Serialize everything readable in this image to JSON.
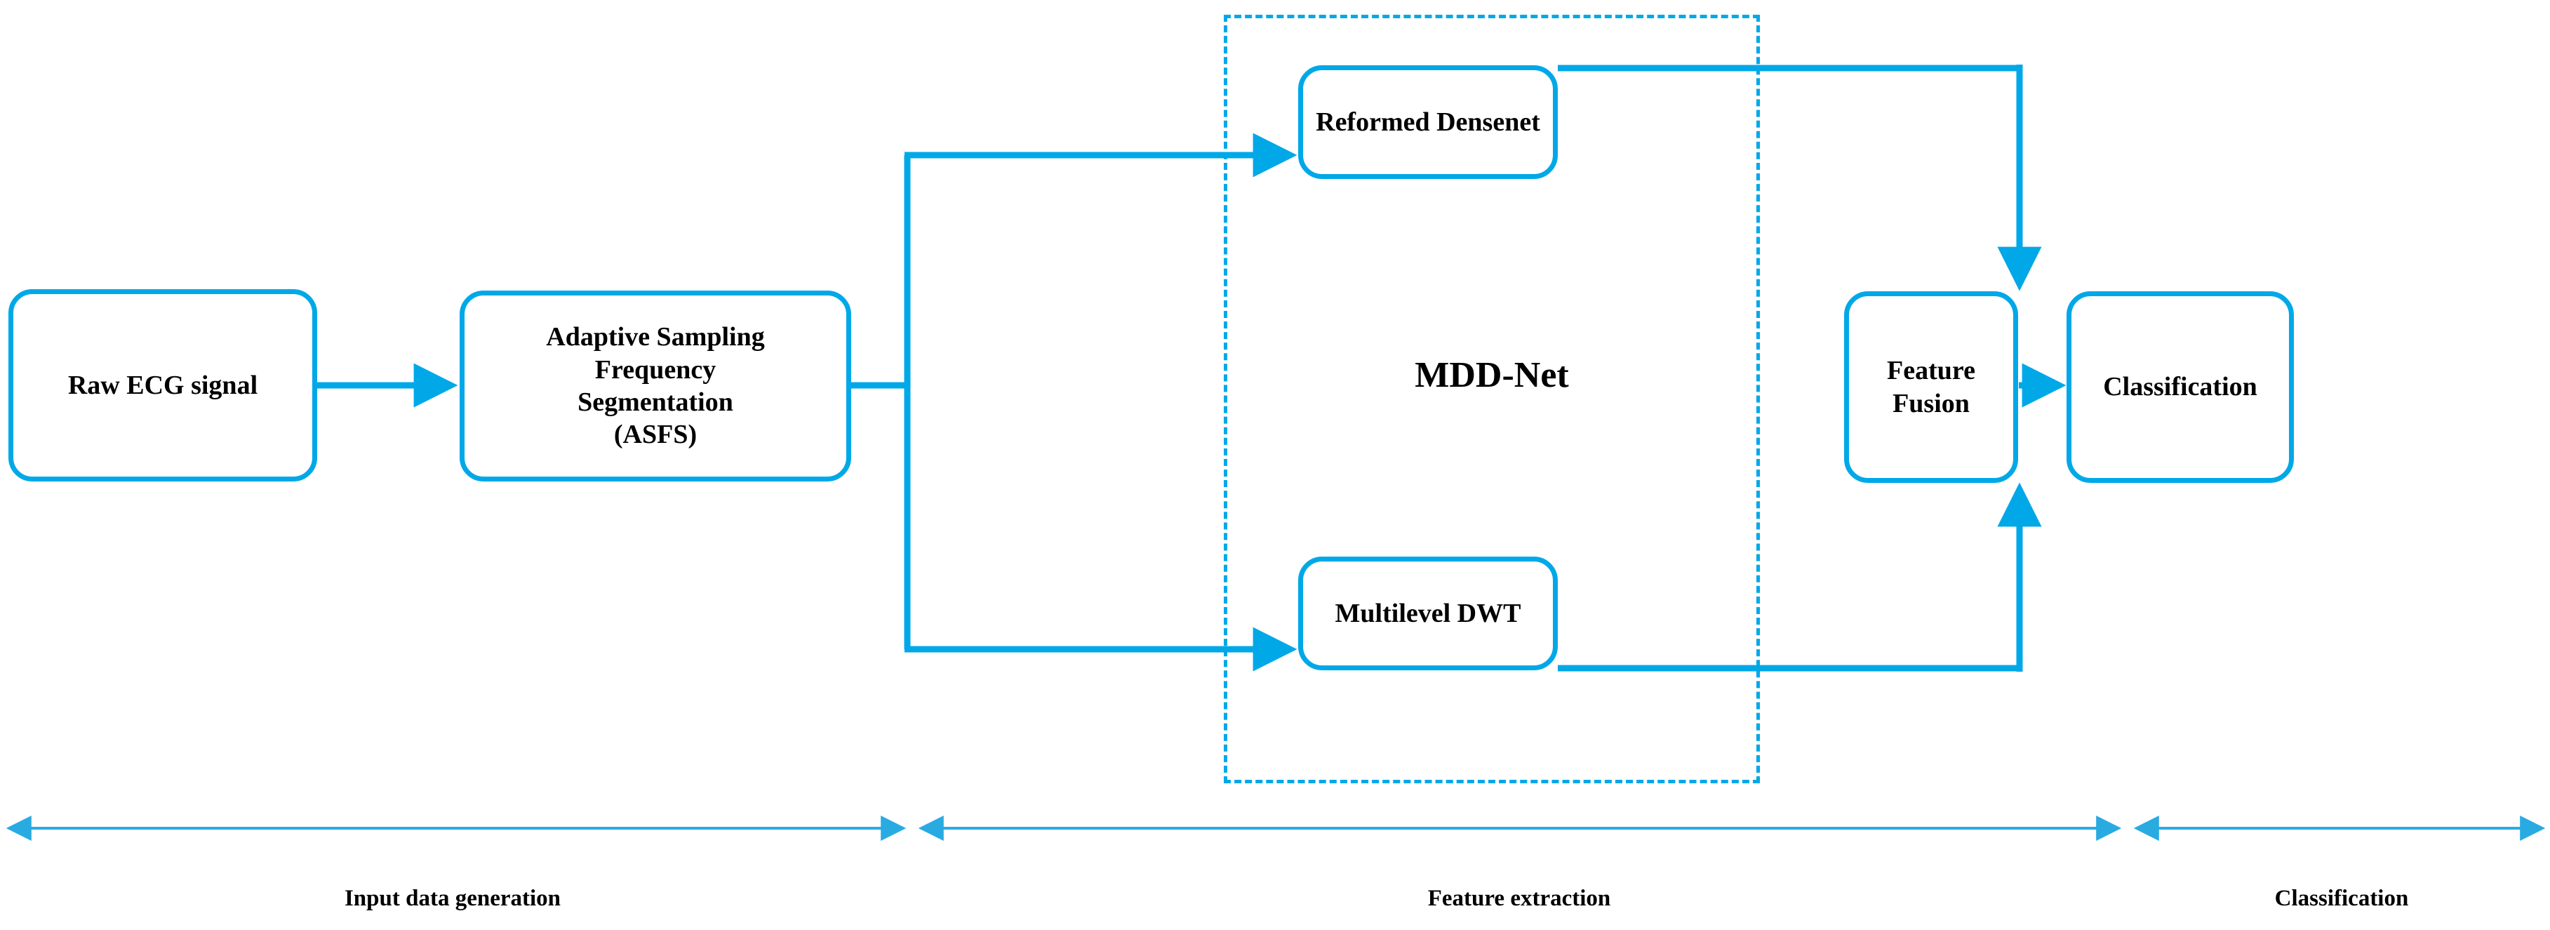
{
  "diagram": {
    "type": "flowchart",
    "title": "ECG classification pipeline (MDD-Net)",
    "accent_color": "#00A8E8",
    "text_color": "#000000",
    "background": "#FFFFFF"
  },
  "nodes": [
    {
      "id": "raw",
      "label": "Raw ECG signal"
    },
    {
      "id": "asfs",
      "label": "Adaptive Sampling Frequency Segmentation (ASFS)",
      "lines": [
        "Adaptive Sampling",
        "Frequency",
        "Segmentation",
        "(ASFS)"
      ]
    },
    {
      "id": "densenet",
      "label": "Reformed Densenet"
    },
    {
      "id": "dwt",
      "label": "Multilevel DWT"
    },
    {
      "id": "fusion",
      "label": "Feature Fusion"
    },
    {
      "id": "classify",
      "label": "Classification"
    }
  ],
  "group": {
    "label": "MDD-Net",
    "border_style": "dash-dot",
    "members": [
      "densenet",
      "dwt"
    ]
  },
  "edges": [
    {
      "from": "raw",
      "to": "asfs",
      "style": "arrow"
    },
    {
      "from": "asfs",
      "to": "densenet",
      "style": "split-arrow"
    },
    {
      "from": "asfs",
      "to": "dwt",
      "style": "split-arrow"
    },
    {
      "from": "densenet",
      "to": "fusion",
      "style": "elbow-arrow-down"
    },
    {
      "from": "dwt",
      "to": "fusion",
      "style": "elbow-arrow-up"
    },
    {
      "from": "fusion",
      "to": "classify",
      "style": "arrow"
    }
  ],
  "phases": [
    {
      "id": "phase-input",
      "label": "Input data generation"
    },
    {
      "id": "phase-extraction",
      "label": "Feature extraction"
    },
    {
      "id": "phase-class",
      "label": "Classification"
    }
  ]
}
